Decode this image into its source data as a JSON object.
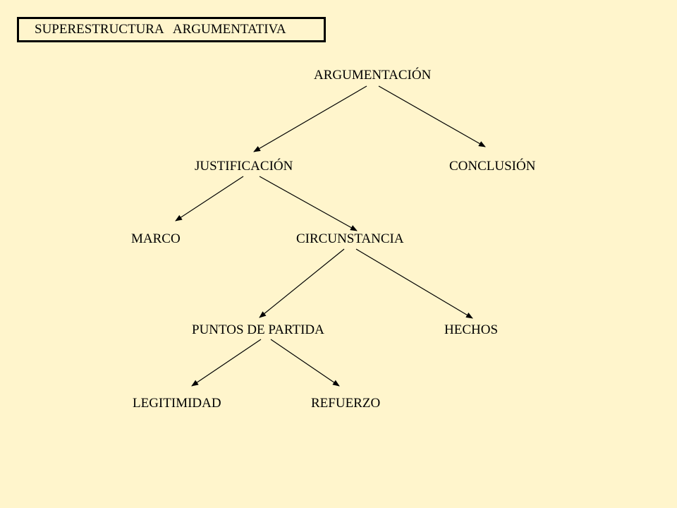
{
  "title": "SUPERESTRUCTURA   ARGUMENTATIVA",
  "nodes": {
    "argumentacion": "ARGUMENTACIÓN",
    "justificacion": "JUSTIFICACIÓN",
    "conclusion": "CONCLUSIÓN",
    "marco": "MARCO",
    "circunstancia": "CIRCUNSTANCIA",
    "puntos": "PUNTOS DE PARTIDA",
    "hechos": "HECHOS",
    "legitimidad": "LEGITIMIDAD",
    "refuerzo": "REFUERZO"
  },
  "edges": [
    [
      "argumentacion",
      "justificacion"
    ],
    [
      "argumentacion",
      "conclusion"
    ],
    [
      "justificacion",
      "marco"
    ],
    [
      "justificacion",
      "circunstancia"
    ],
    [
      "circunstancia",
      "puntos"
    ],
    [
      "circunstancia",
      "hechos"
    ],
    [
      "puntos",
      "legitimidad"
    ],
    [
      "puntos",
      "refuerzo"
    ]
  ]
}
